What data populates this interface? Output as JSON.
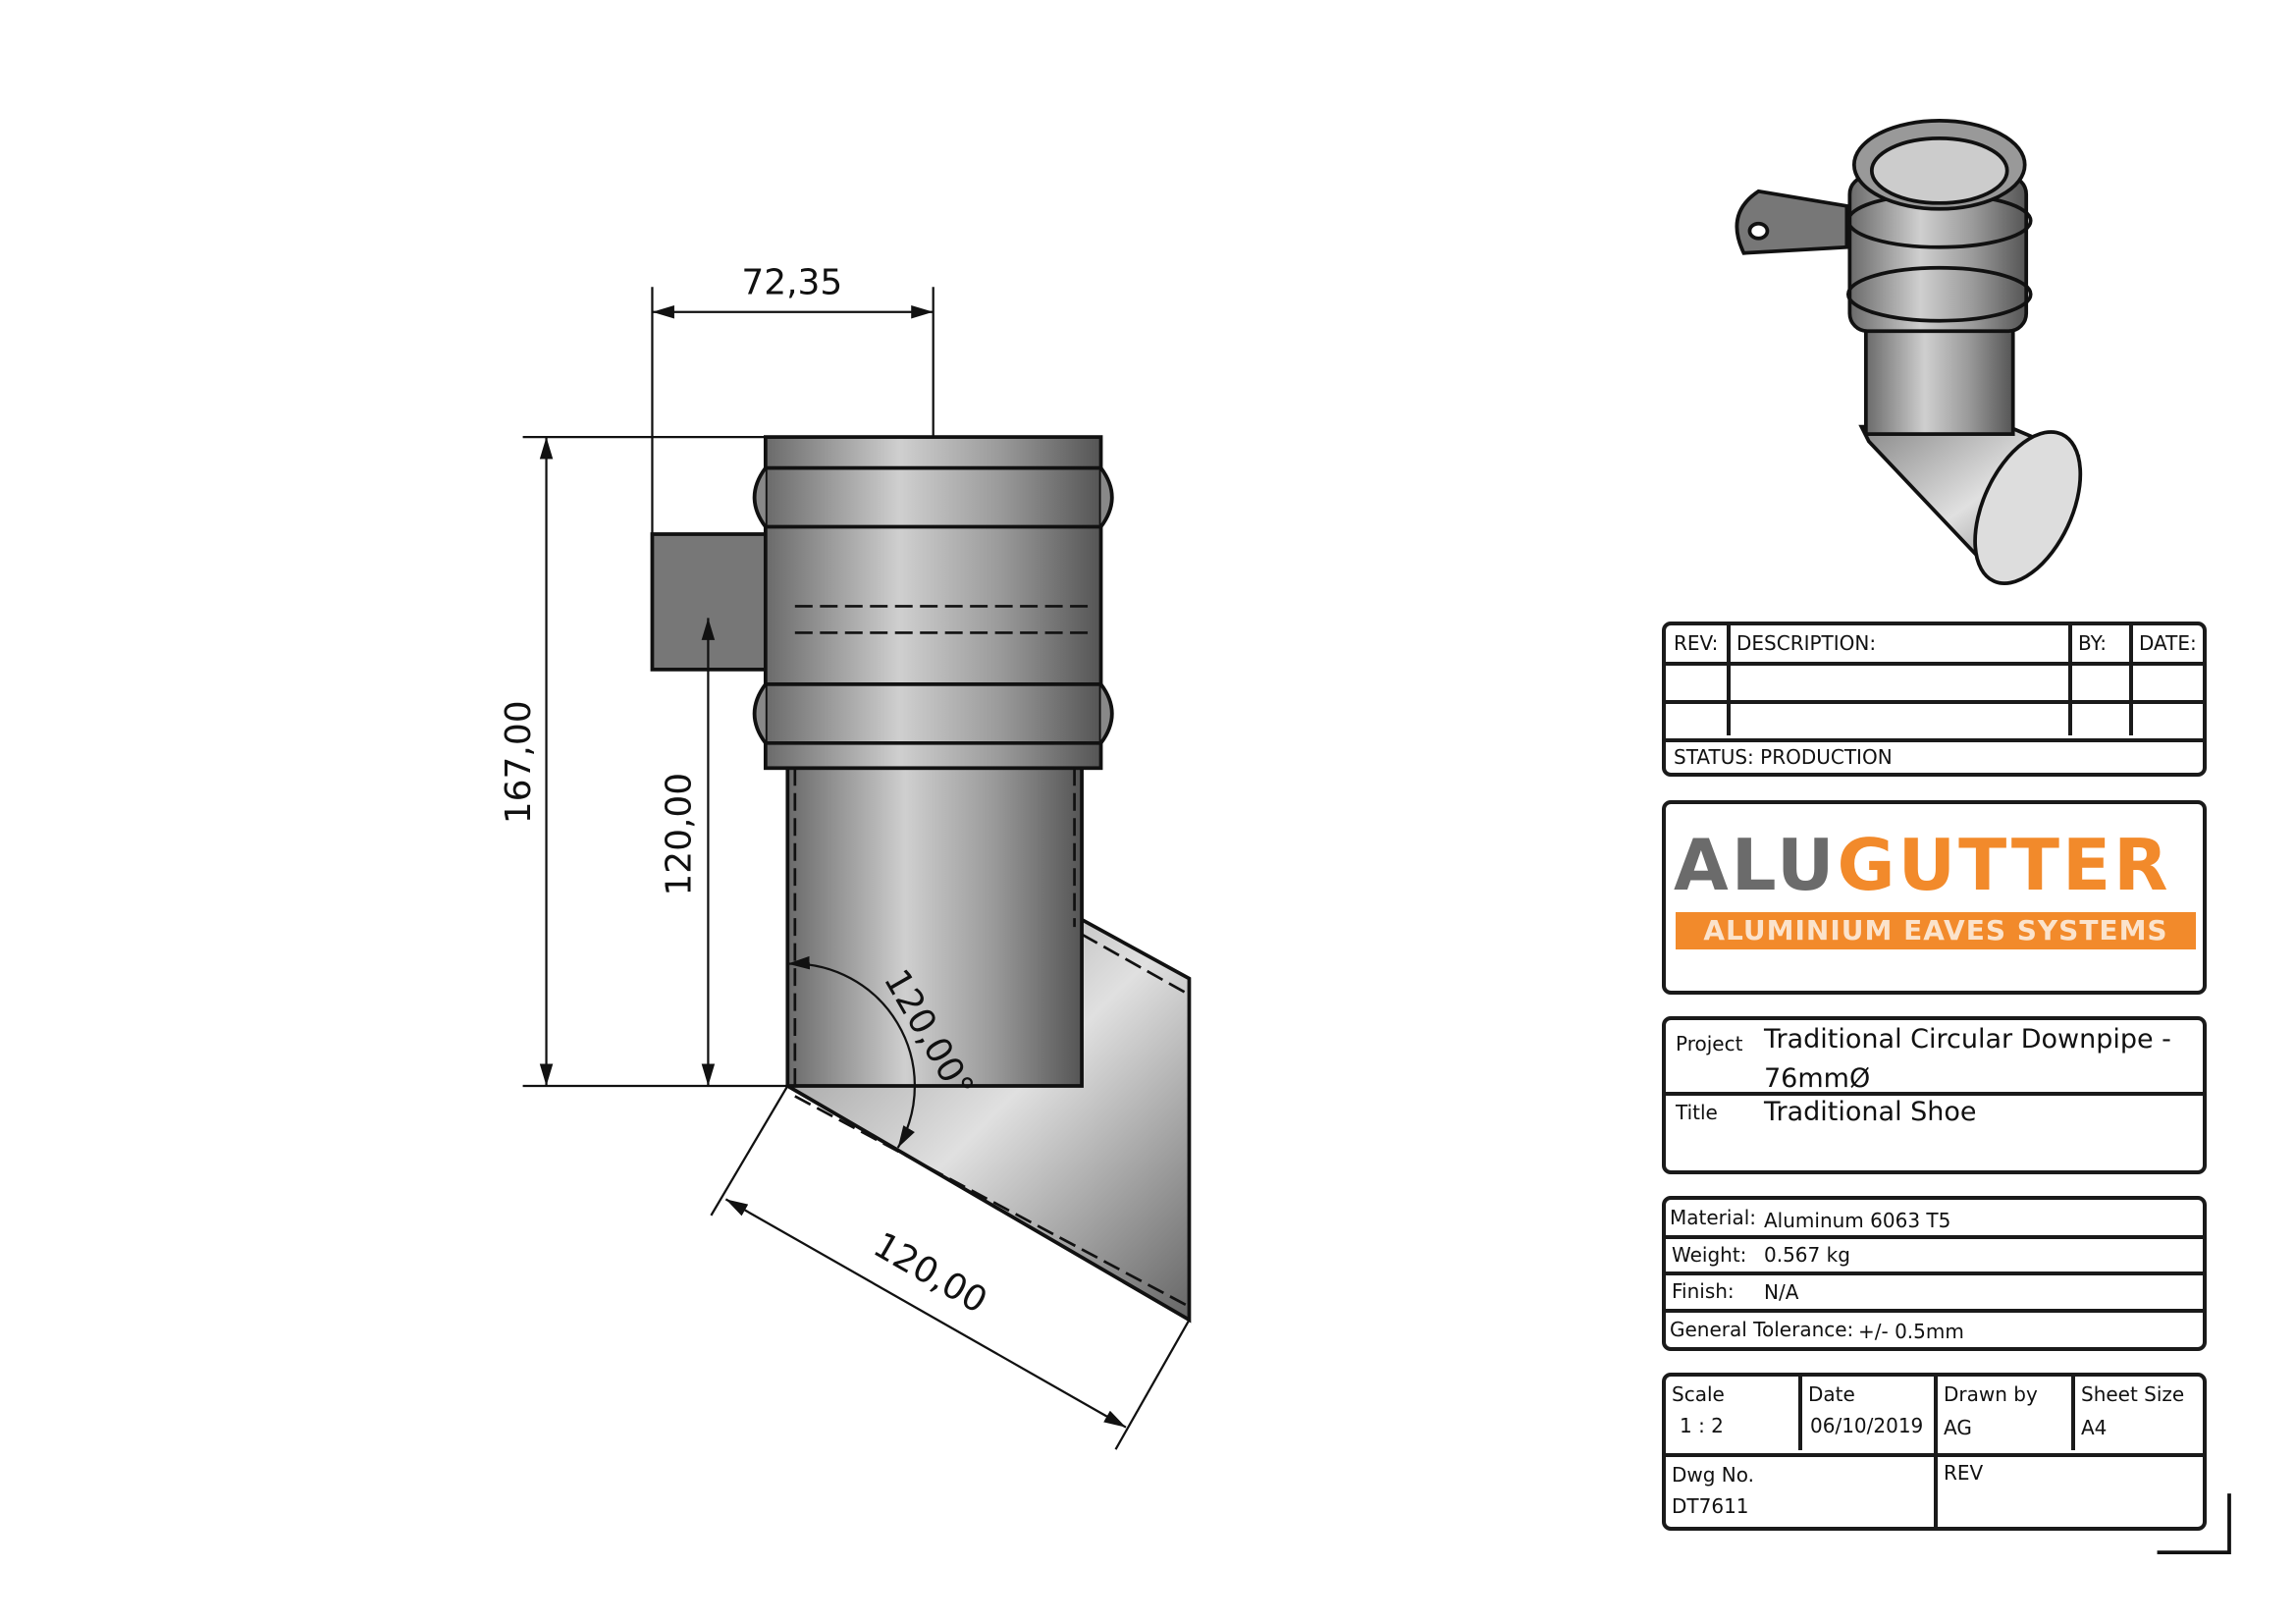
{
  "dimensions": {
    "top_width": "72,35",
    "overall_height": "167,00",
    "bracket_height": "120,00",
    "angle": "120,00°",
    "outlet_length": "120,00"
  },
  "revision_table": {
    "headers": {
      "rev": "REV:",
      "description": "DESCRIPTION:",
      "by": "BY:",
      "date": "DATE:"
    },
    "status": "STATUS: PRODUCTION"
  },
  "logo": {
    "part1": "ALU",
    "part2": "GUTTER",
    "tagline": "ALUMINIUM EAVES SYSTEMS",
    "colors": {
      "grey": "#6b6b6b",
      "orange": "#f28a2b"
    }
  },
  "project": {
    "project_label": "Project",
    "project_value_line1": "Traditional Circular Downpipe -",
    "project_value_line2": "76mmØ",
    "title_label": "Title",
    "title_value": "Traditional Shoe"
  },
  "specs": {
    "material_label": "Material:",
    "material_value": "Aluminum 6063 T5",
    "weight_label": "Weight:",
    "weight_value": "0.567 kg",
    "finish_label": "Finish:",
    "finish_value": "N/A",
    "tolerance_label": "General Tolerance:",
    "tolerance_value": "+/- 0.5mm"
  },
  "sheet": {
    "scale_label": "Scale",
    "scale_value": "1 : 2",
    "date_label": "Date",
    "date_value": "06/10/2019",
    "drawn_label": "Drawn by",
    "drawn_value": "AG",
    "size_label": "Sheet Size",
    "size_value": "A4",
    "dwg_label": "Dwg No.",
    "dwg_value": "DT7611",
    "rev_label": "REV"
  }
}
